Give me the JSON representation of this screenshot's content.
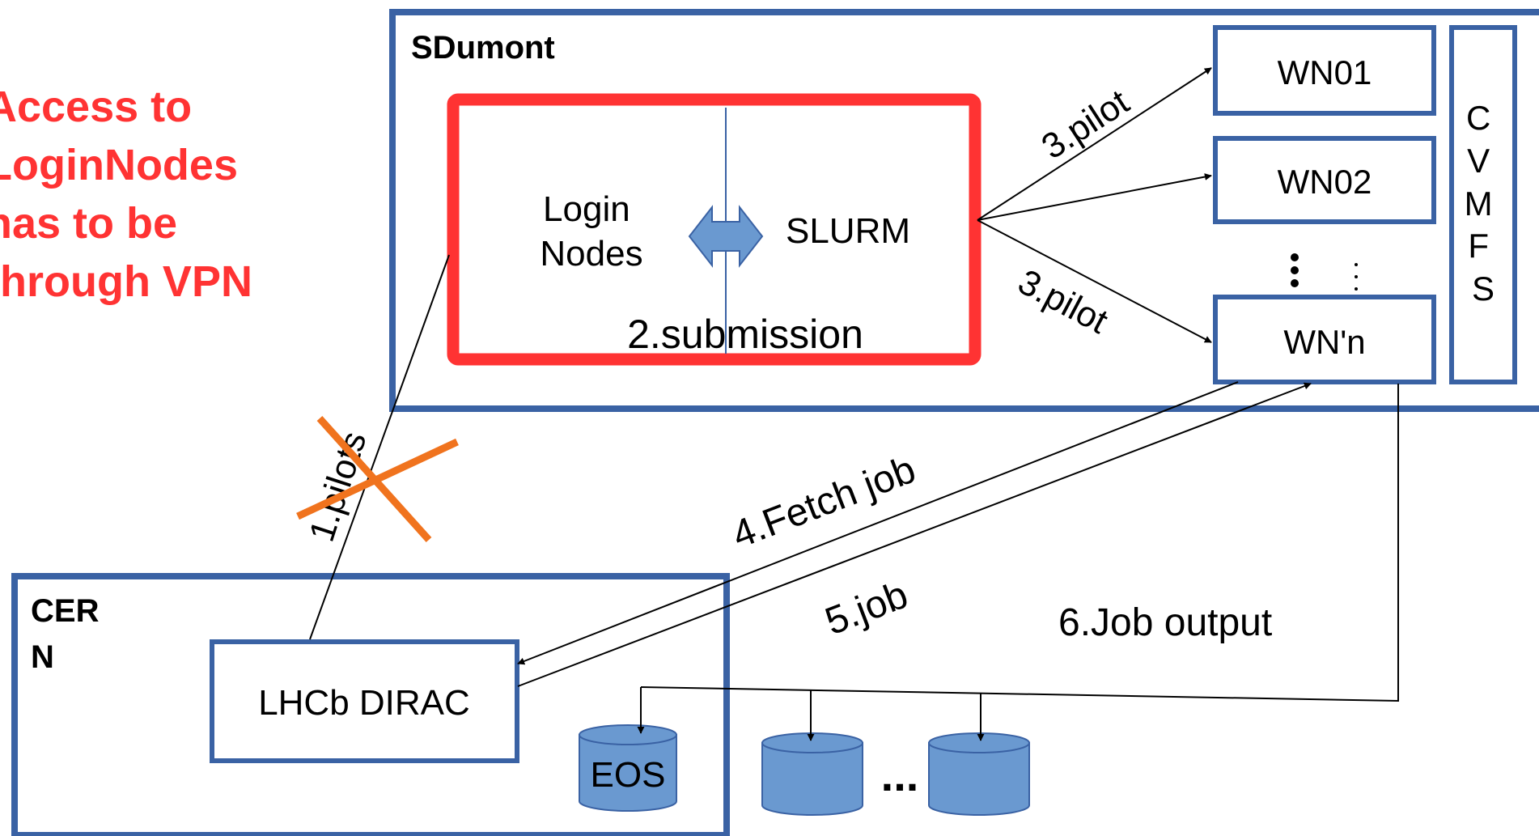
{
  "annotation": {
    "lines": [
      "Access to",
      "LoginNodes",
      "has to be",
      "through VPN"
    ],
    "color": "#ff3333"
  },
  "sdumont": {
    "title": "SDumont",
    "login_nodes_lines": [
      "Login",
      "Nodes"
    ],
    "slurm": "SLURM",
    "submission": "2.submission",
    "worker_nodes": [
      "WN01",
      "WN02",
      "WN'n"
    ],
    "cvmfs_letters": [
      "C",
      "V",
      "M",
      "F",
      "S"
    ]
  },
  "cern": {
    "title_lines": [
      "CER",
      "N"
    ],
    "dirac": "LHCb DIRAC",
    "eos": "EOS",
    "ellipsis": "..."
  },
  "flow_labels": {
    "pilots": "1.pilots",
    "pilot_top": "3.pilot",
    "pilot_bottom": "3.pilot",
    "fetch_job": "4.Fetch job",
    "job": "5.job",
    "job_output": "6.Job output"
  },
  "colors": {
    "box_border": "#3a62a4",
    "login_slurm_border": "#ff3333",
    "cross": "#f0731e",
    "arrow_fill": "#6a99d0",
    "storage_fill": "#6a99d0"
  },
  "icons": [
    "double-arrow-icon",
    "cross-icon",
    "storage-cylinder-icon",
    "vertical-dots-icon"
  ]
}
